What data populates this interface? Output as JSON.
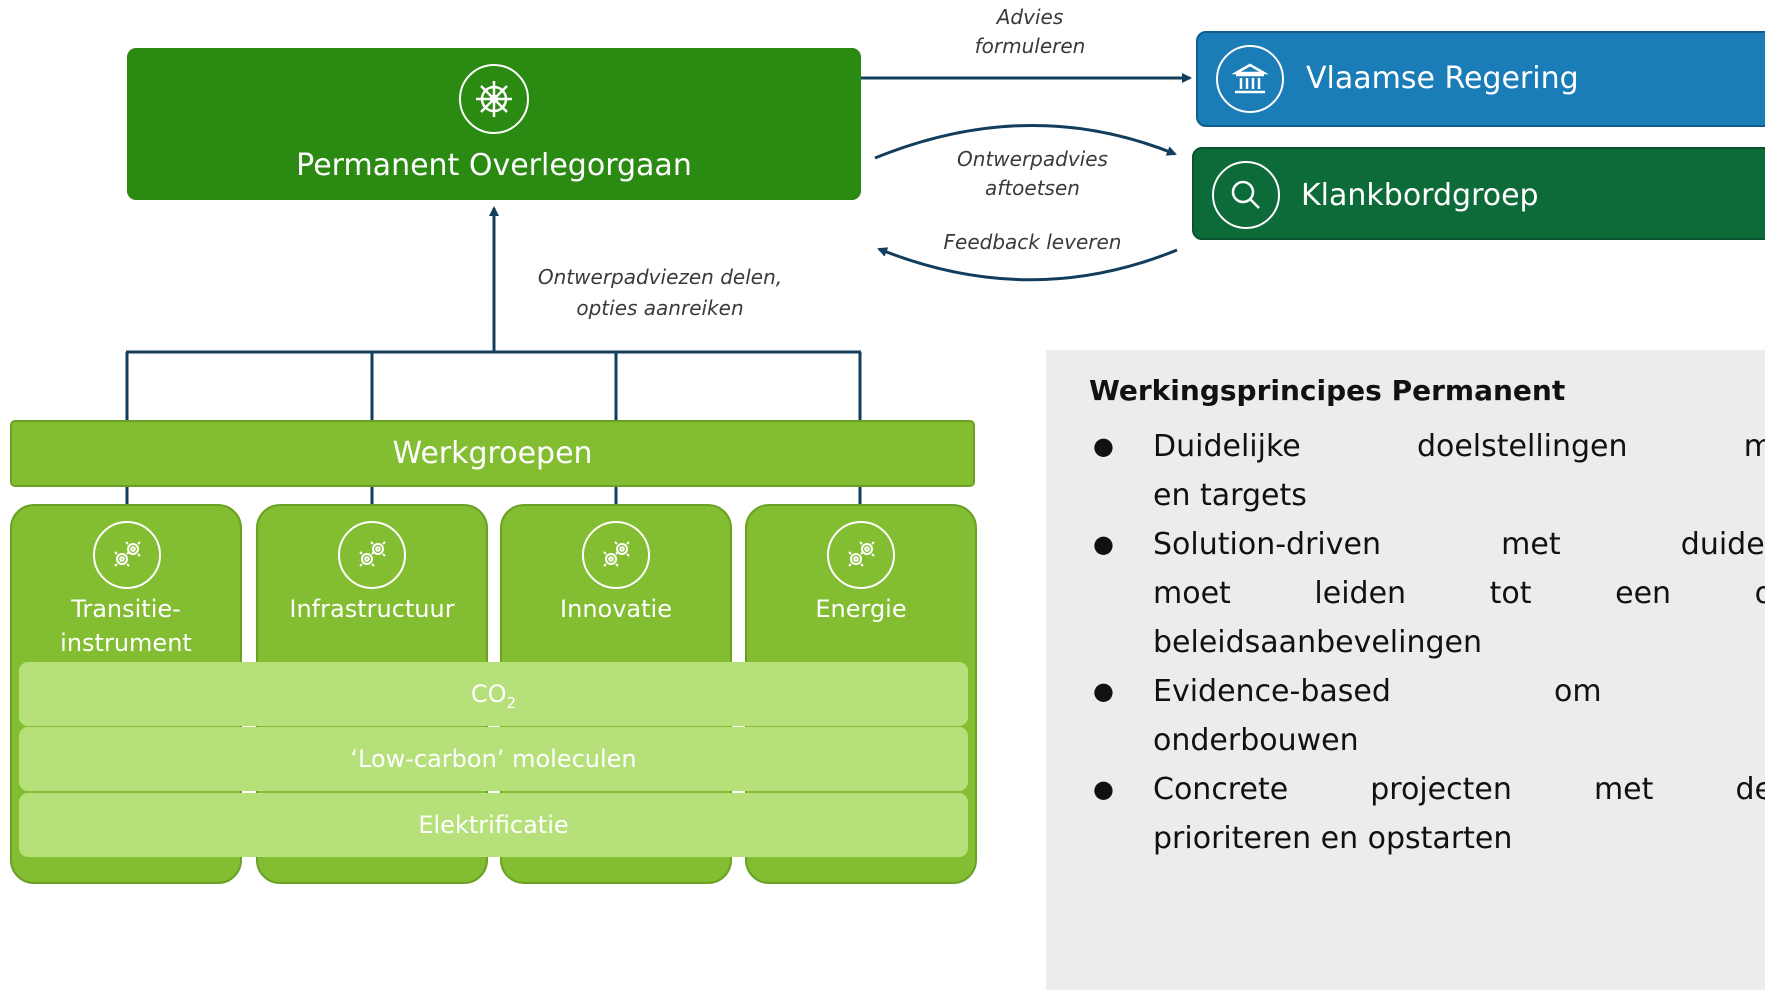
{
  "main": {
    "title": "Permanent Overlegorgaan",
    "icon": "ship-wheel-icon",
    "color": "#2b8a12"
  },
  "edges": {
    "advies": "Advies\nformuleren",
    "ontwerpadvies": "Ontwerpadvies\naftoetsen",
    "feedback": "Feedback leveren",
    "delen": "Ontwerpadviezen delen,\nopties aanreiken"
  },
  "vlaamse_regering": {
    "label": "Vlaamse Regering",
    "icon": "government-building-icon",
    "color": "#1a7db8"
  },
  "klankbordgroep": {
    "label": "Klankbordgroep",
    "icon": "magnifier-icon",
    "color": "#0d6b3a"
  },
  "werkgroepen": {
    "label": "Werkgroepen",
    "color": "#83bd32",
    "groups": [
      {
        "label": "Transitie-\ninstrument",
        "icon": "gears-icon"
      },
      {
        "label": "Infrastructuur",
        "icon": "gears-icon"
      },
      {
        "label": "Innovatie",
        "icon": "gears-icon"
      },
      {
        "label": "Energie",
        "icon": "gears-icon"
      }
    ]
  },
  "bands": [
    {
      "label": "CO",
      "sub": "2"
    },
    {
      "label": "‘Low-carbon’ moleculen"
    },
    {
      "label": "Elektrificatie"
    }
  ],
  "principles": {
    "title": "Werkingsprincipes Permanent",
    "items": [
      [
        "Duidelijke doelstellingen m",
        "en targets"
      ],
      [
        "Solution-driven met duidel",
        "moet leiden tot een o",
        "beleidsaanbevelingen"
      ],
      [
        "Evidence-based om l",
        "onderbouwen"
      ],
      [
        "Concrete projecten met de",
        "prioriteren en opstarten"
      ]
    ]
  }
}
